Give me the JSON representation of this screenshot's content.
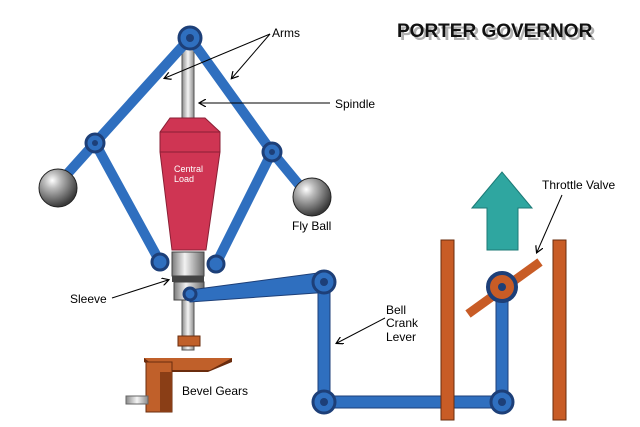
{
  "title": "PORTER GOVERNOR",
  "labels": {
    "arms": "Arms",
    "spindle": "Spindle",
    "central_load_line1": "Central",
    "central_load_line2": "Load",
    "fly_ball": "Fly Ball",
    "sleeve": "Sleeve",
    "bevel_gears": "Bevel Gears",
    "bell_crank_line1": "Bell",
    "bell_crank_line2": "Crank",
    "bell_crank_line3": "Lever",
    "throttle_valve": "Throttle Valve"
  },
  "colors": {
    "link_blue": "#2f6fbf",
    "link_dark": "#1d3f78",
    "central_load": "#cf3553",
    "fly_ball_gray": "#555555",
    "gear_brown": "#c0602a",
    "valve_brown": "#c85c26",
    "arrow_teal": "#2fa6a0"
  }
}
